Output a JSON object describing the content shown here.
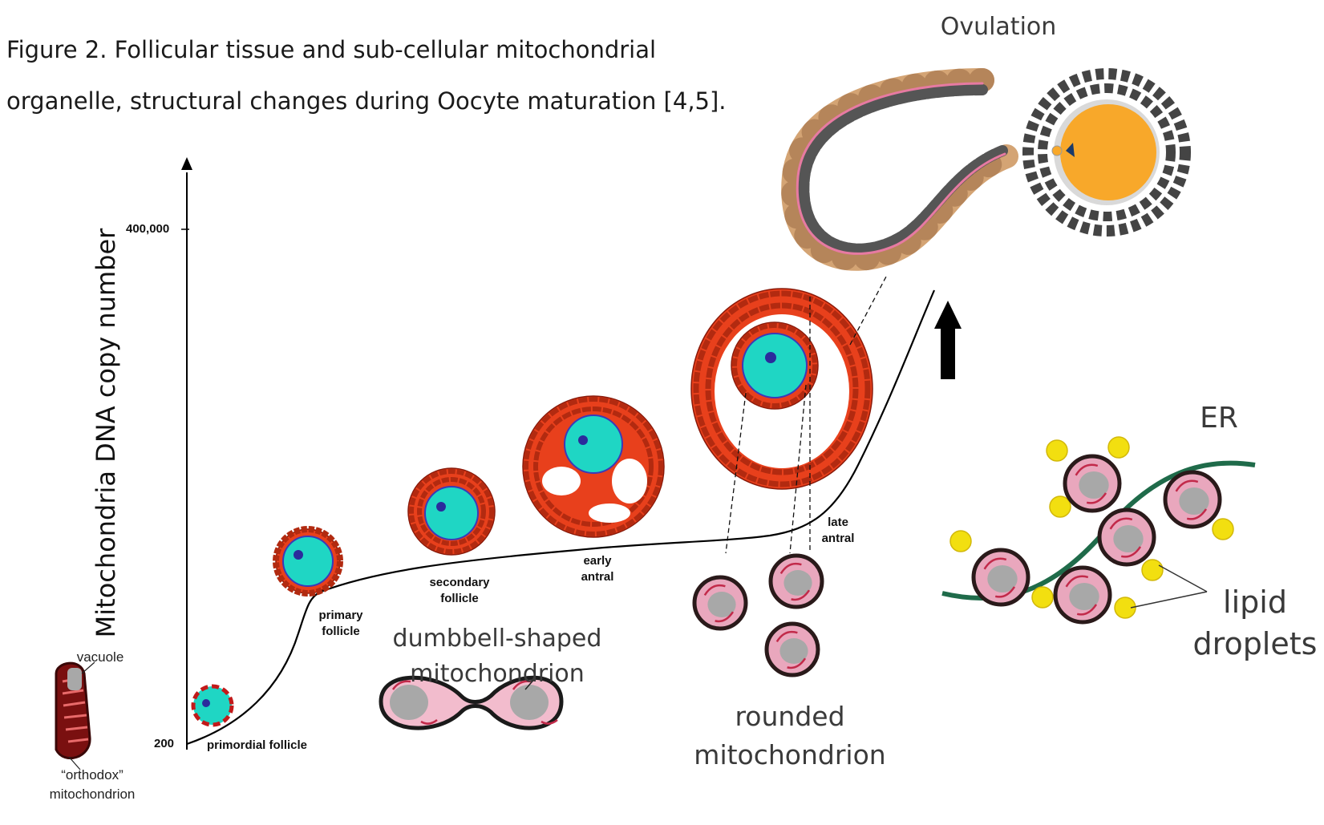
{
  "caption": {
    "line1": "Figure 2. Follicular tissue and sub-cellular mitochondrial",
    "line2": "organelle, structural changes during Oocyte maturation [4,5]."
  },
  "axis": {
    "ylabel": "Mitochondria DNA copy number",
    "tick_top": "400,000",
    "tick_bottom": "200"
  },
  "stages": {
    "primordial": "primordial follicle",
    "primary_1": "primary",
    "primary_2": "follicle",
    "secondary_1": "secondary",
    "secondary_2": "follicle",
    "early_1": "early",
    "early_2": "antral",
    "late_1": "late",
    "late_2": "antral"
  },
  "labels": {
    "ovulation": "Ovulation",
    "er": "ER",
    "lipid_1": "lipid",
    "lipid_2": "droplets",
    "dumbbell_1": "dumbbell-shaped",
    "dumbbell_2": "mitochondrion",
    "rounded_1": "rounded",
    "rounded_2": "mitochondrion",
    "vacuole": "vacuole",
    "orthodox_1": "“orthodox”",
    "orthodox_2": "mitochondrion"
  },
  "colors": {
    "granulosa": "#e8401c",
    "oocyte": "#1fd6c4",
    "nucleus": "#2b2b9c",
    "mito_outer": "#2a1a1a",
    "mito_fill": "#e9a7bd",
    "vacuole": "#a8a8a8",
    "lipid": "#f2df10",
    "er": "#1f6b4a",
    "ovum": "#f8a82a",
    "theca": "#d4a474",
    "membrane": "#e77aa2"
  }
}
